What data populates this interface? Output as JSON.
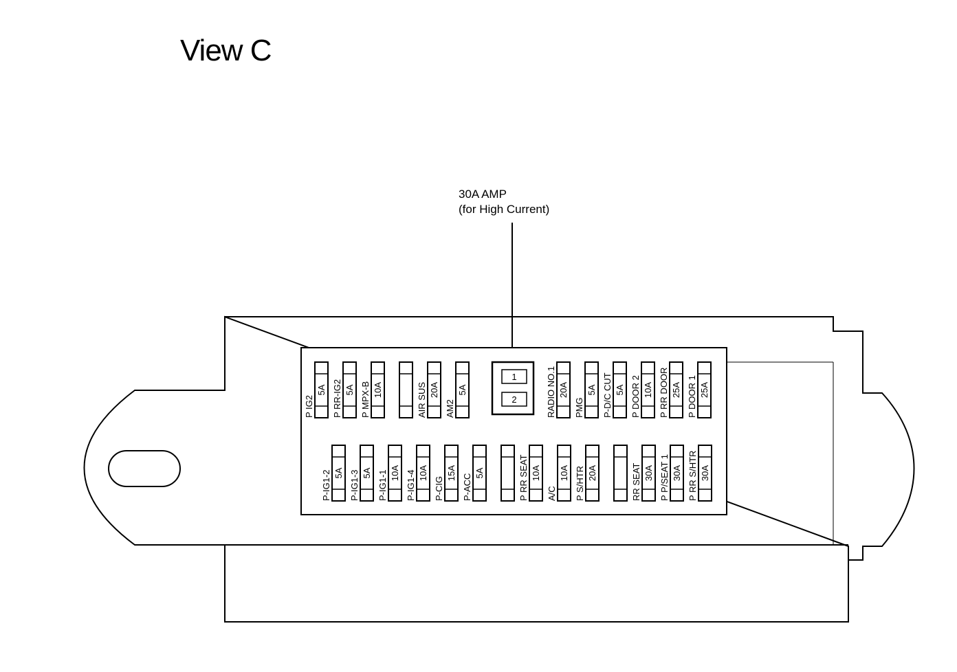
{
  "view_title": "View C",
  "callout": {
    "line1": "30A AMP",
    "line2": "(for High Current)"
  },
  "relay": {
    "terminals": [
      "1",
      "2"
    ]
  },
  "upper_fuses": [
    {
      "name": "P IG2",
      "amp": "5A"
    },
    {
      "name": "P RR-IG2",
      "amp": "5A"
    },
    {
      "name": "P MPX-B",
      "amp": "10A"
    },
    {
      "name": "AIR SUS",
      "amp": "20A"
    },
    {
      "name": "AM2",
      "amp": "5A"
    },
    {
      "name": "RADIO NO.1",
      "amp": "20A"
    },
    {
      "name": "PMG",
      "amp": "5A"
    },
    {
      "name": "P-D/C CUT",
      "amp": "5A"
    },
    {
      "name": "P DOOR 2",
      "amp": "10A"
    },
    {
      "name": "P RR DOOR",
      "amp": "25A"
    },
    {
      "name": "P DOOR 1",
      "amp": "25A"
    }
  ],
  "lower_fuses": [
    {
      "name": "P-IG1-2",
      "amp": "5A"
    },
    {
      "name": "P-IG1-3",
      "amp": "5A"
    },
    {
      "name": "P-IG1-1",
      "amp": "10A"
    },
    {
      "name": "P-IG1-4",
      "amp": "10A"
    },
    {
      "name": "P-CIG",
      "amp": "15A"
    },
    {
      "name": "P-ACC",
      "amp": "5A"
    },
    {
      "name": "P RR SEAT",
      "amp": "10A"
    },
    {
      "name": "A/C",
      "amp": "10A"
    },
    {
      "name": "P S/HTR",
      "amp": "20A"
    },
    {
      "name": "RR SEAT",
      "amp": "30A"
    },
    {
      "name": "P P/SEAT 1",
      "amp": "30A"
    },
    {
      "name": "P RR S/HTR",
      "amp": "30A"
    }
  ],
  "colors": {
    "line": "#000000",
    "background": "#ffffff"
  }
}
